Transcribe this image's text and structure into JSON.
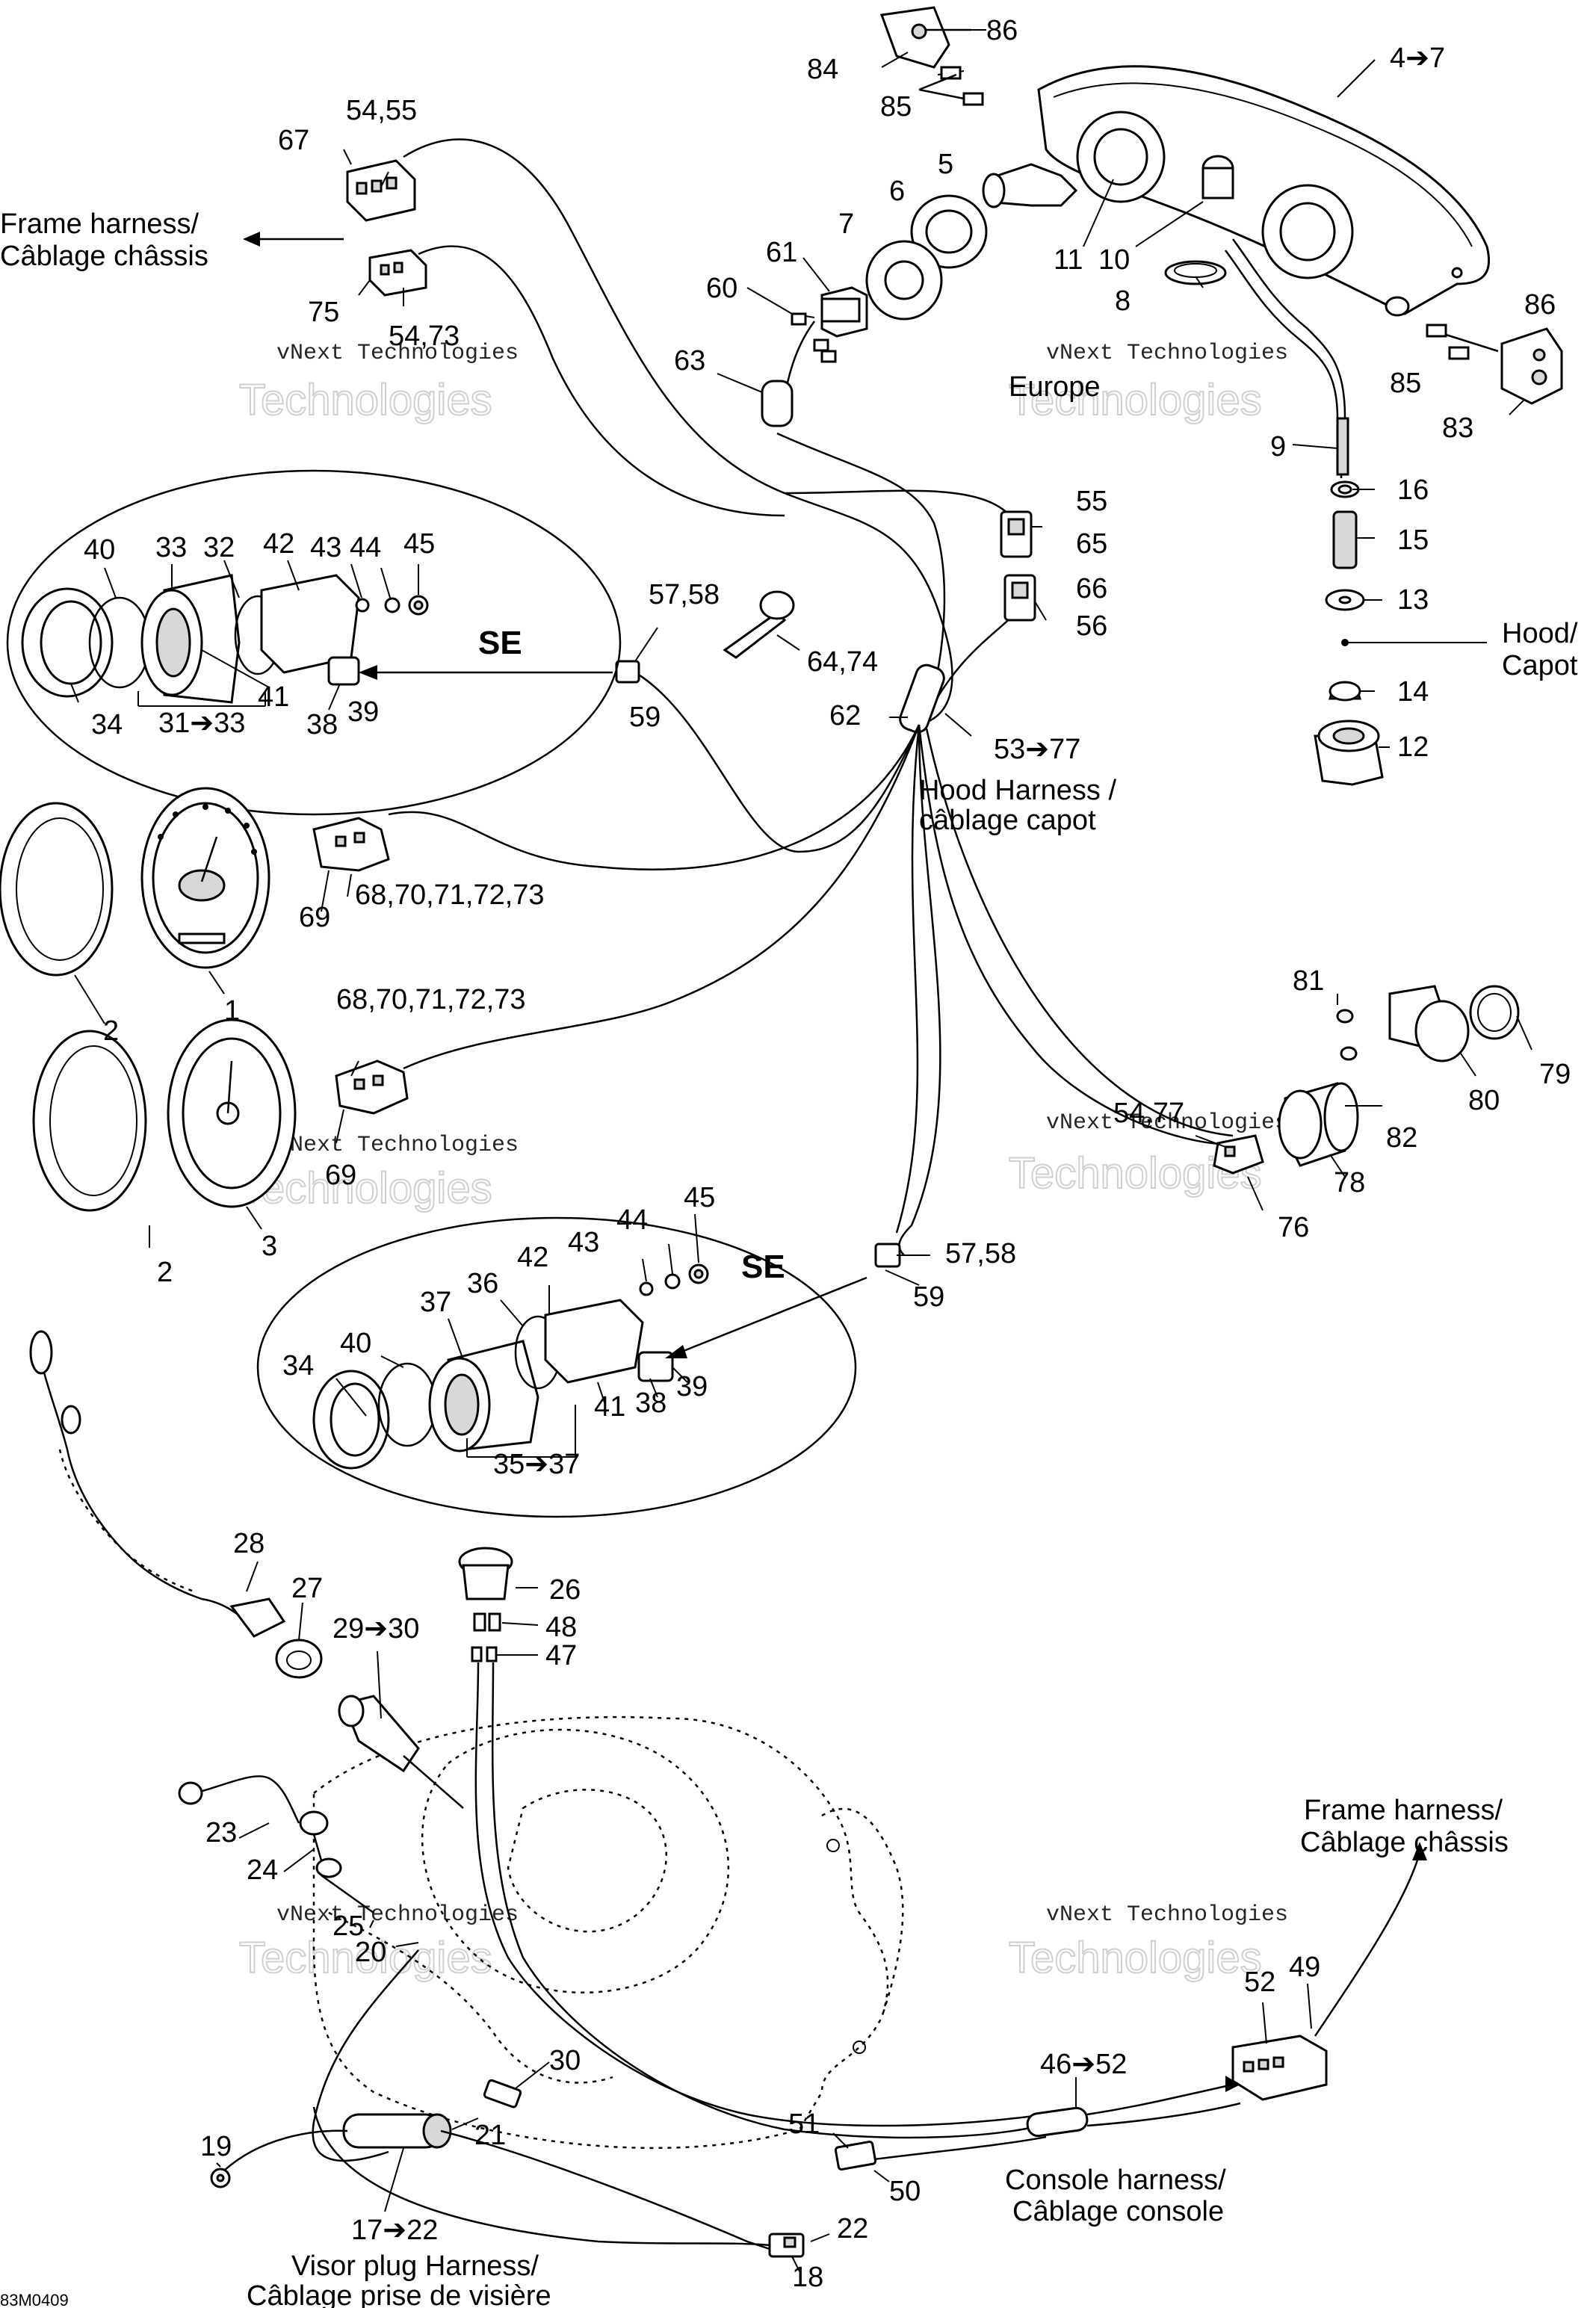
{
  "diagram": {
    "code": "83M0409",
    "callouts": {
      "c1": "1",
      "c2a": "2",
      "c2b": "2",
      "c3": "3",
      "c4_7": "4➔7",
      "c5": "5",
      "c6": "6",
      "c7": "7",
      "c8": "8",
      "c9": "9",
      "c10": "10",
      "c11": "11",
      "c12": "12",
      "c13": "13",
      "c14": "14",
      "c15": "15",
      "c16": "16",
      "c17_22": "17➔22",
      "c18": "18",
      "c19": "19",
      "c20": "20",
      "c21": "21",
      "c22": "22",
      "c23": "23",
      "c24": "24",
      "c25": "25",
      "c26": "26",
      "c27": "27",
      "c28": "28",
      "c29_30": "29➔30",
      "c30": "30",
      "c31_33": "31➔33",
      "c32": "32",
      "c33": "33",
      "c34a": "34",
      "c34b": "34",
      "c35_37": "35➔37",
      "c36": "36",
      "c37": "37",
      "c38a": "38",
      "c38b": "38",
      "c39a": "39",
      "c39b": "39",
      "c40a": "40",
      "c40b": "40",
      "c41a": "41",
      "c41b": "41",
      "c42a": "42",
      "c42b": "42",
      "c43a": "43",
      "c43b": "43",
      "c44a": "44",
      "c44b": "44",
      "c45a": "45",
      "c45b": "45",
      "c46_52": "46➔52",
      "c47": "47",
      "c48": "48",
      "c49": "49",
      "c50": "50",
      "c51": "51",
      "c52": "52",
      "c53_77": "53➔77",
      "c54_55": "54,55",
      "c54_73": "54,73",
      "c54_77": "54,77",
      "c55": "55",
      "c56": "56",
      "c57_58a": "57,58",
      "c57_58b": "57,58",
      "c59a": "59",
      "c59b": "59",
      "c60": "60",
      "c61": "61",
      "c62": "62",
      "c63": "63",
      "c64_74": "64,74",
      "c65": "65",
      "c66": "66",
      "c67": "67",
      "c68a": "68,70,71,72,73",
      "c68b": "68,70,71,72,73",
      "c69a": "69",
      "c69b": "69",
      "c75": "75",
      "c76": "76",
      "c78": "78",
      "c79": "79",
      "c80": "80",
      "c81": "81",
      "c82": "82",
      "c83": "83",
      "c84": "84",
      "c85a": "85",
      "c85b": "85",
      "c86a": "86",
      "c86b": "86"
    },
    "annotations": {
      "frame_harness_top_en": "Frame harness/",
      "frame_harness_top_fr": "Câblage châssis",
      "frame_harness_bottom_en": "Frame harness/",
      "frame_harness_bottom_fr": "Câblage châssis",
      "hood_harness_en": "Hood Harness /",
      "hood_harness_fr": "câblage capot",
      "hood_en": "Hood/",
      "hood_fr": "Capot",
      "europe": "Europe",
      "console_harness_en": "Console harness/",
      "console_harness_fr": "Câblage console",
      "visor_harness_en": "Visor plug Harness/",
      "visor_harness_fr": "Câblage prise de visière",
      "se_top": "SE",
      "se_bottom": "SE"
    },
    "watermark": {
      "line1": "vNext Technologies",
      "line2": "Technologies"
    }
  }
}
